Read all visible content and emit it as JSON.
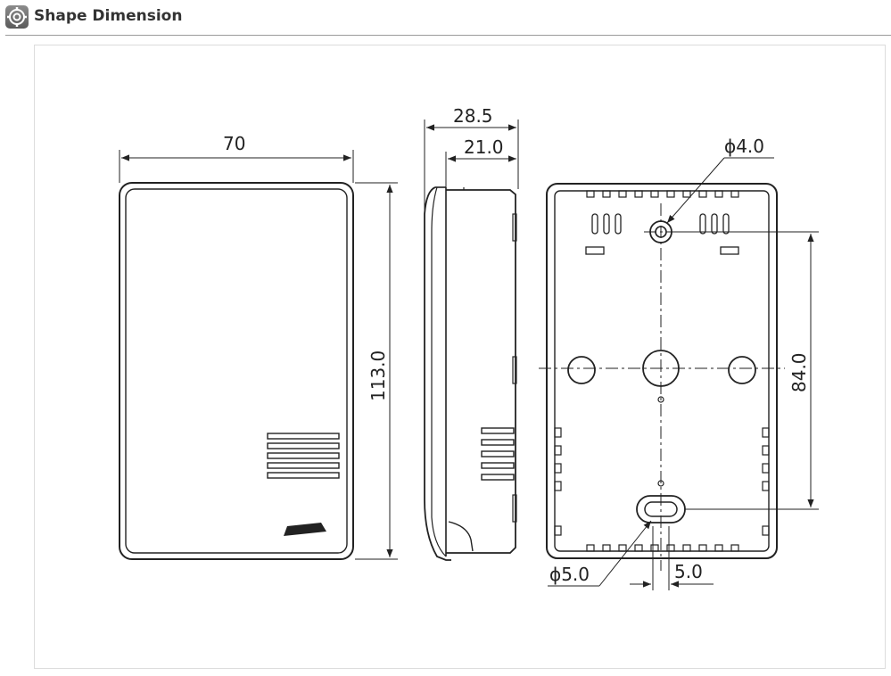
{
  "header": {
    "title": "Shape Dimension",
    "icon": "gear-badge-icon"
  },
  "dimensions": {
    "front_width": "70",
    "front_height": "113.0",
    "side_depth_total": "28.5",
    "side_depth_body": "21.0",
    "hole_top_diameter": "ϕ4.0",
    "hole_spacing": "84.0",
    "slot_diameter": "ϕ5.0",
    "slot_width": "5.0"
  },
  "colors": {
    "line": "#222222",
    "rule": "#9a9a9a"
  }
}
